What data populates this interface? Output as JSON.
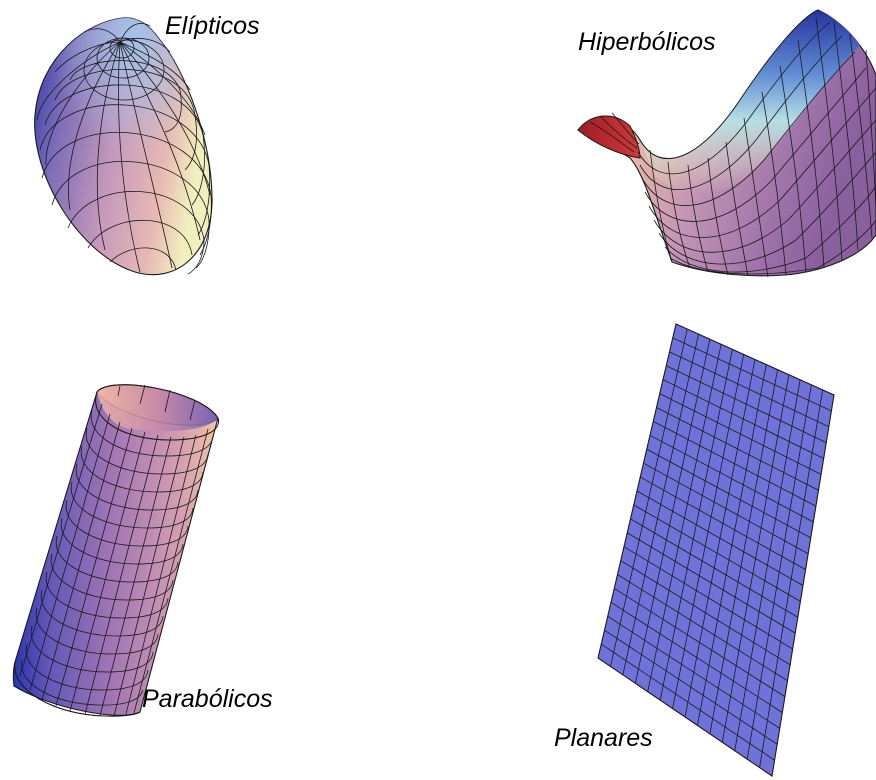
{
  "surfaces": [
    {
      "id": "eliptico",
      "label": "Elípticos"
    },
    {
      "id": "hiperbolico",
      "label": "Hiperbólicos"
    },
    {
      "id": "parabolico",
      "label": "Parabólicos"
    },
    {
      "id": "planar",
      "label": "Planares"
    }
  ],
  "colors": {
    "background": "#ffffff",
    "mesh_line": "#1a1a1a",
    "shade_blue": "#3a3fae",
    "shade_violet": "#8e6fae",
    "shade_pink": "#e3a8a8",
    "shade_peach": "#f3c6a4",
    "shade_cream": "#f4f1c0",
    "shade_red": "#b0222a",
    "plane_fill": "#6f73d9"
  }
}
